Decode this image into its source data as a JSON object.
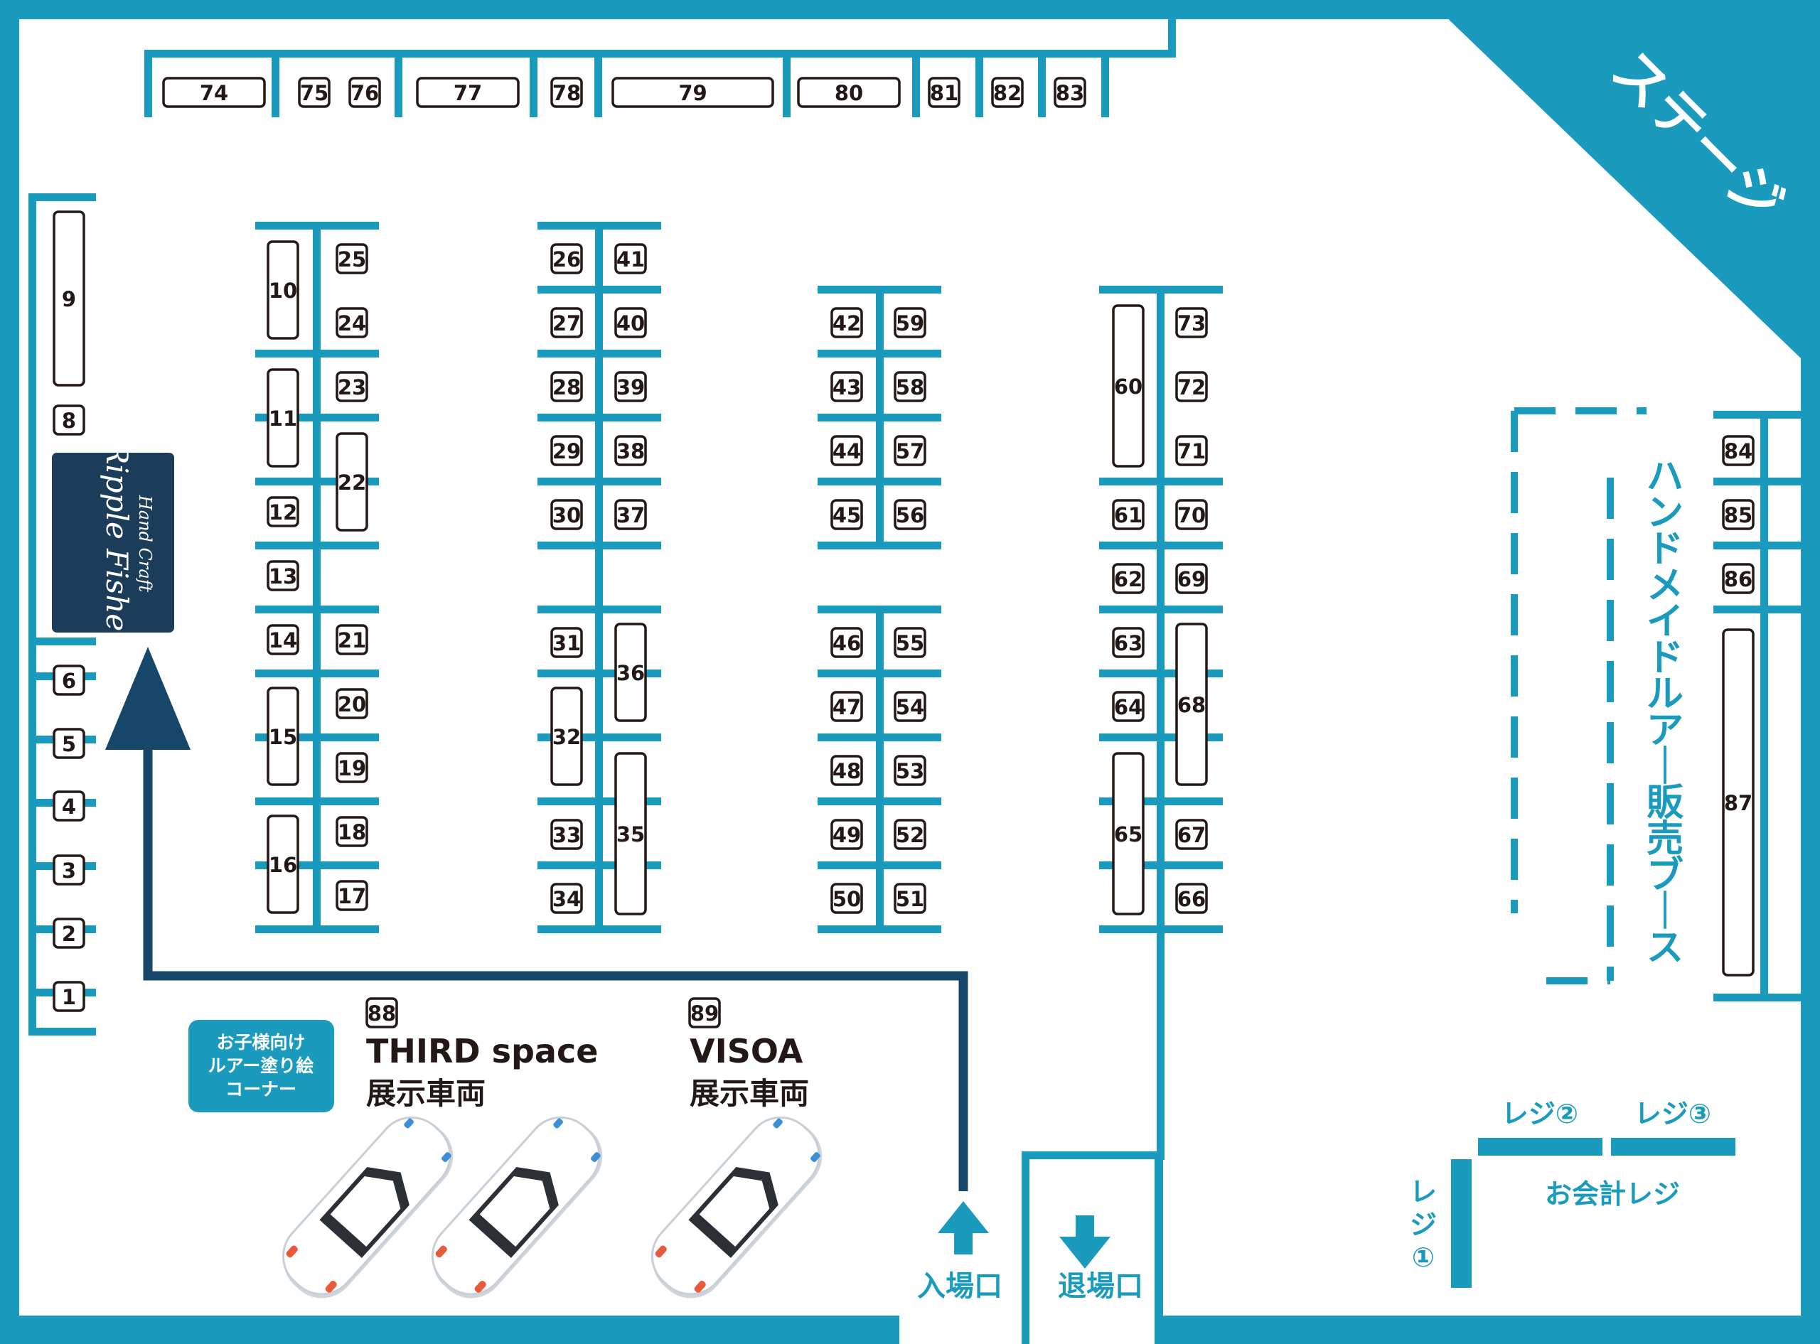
{
  "stage": "ステージ",
  "handmade_booth": "ハンドメイドルアー販売ブース",
  "kids_corner": [
    "お子様向け",
    "ルアー塗り絵",
    "コーナー"
  ],
  "exhibits": [
    {
      "number": "88",
      "name": "THIRD space",
      "label": "展示車両"
    },
    {
      "number": "89",
      "name": "VISOA",
      "label": "展示車両"
    }
  ],
  "entrance": "入場口",
  "exit": "退場口",
  "registers": {
    "reg1": "レジ①",
    "reg2": "レジ②",
    "reg3": "レジ③",
    "checkout": "お会計レジ"
  },
  "sponsor_logo": {
    "line1": "Hand Craft",
    "line2": "Ripple Fisher"
  },
  "colors": {
    "wall": "#1a9bbe",
    "path": "#17466b",
    "sponsor_bg": "#1b3d5a",
    "booth_border": "#231815"
  },
  "booths": [
    "1",
    "2",
    "3",
    "4",
    "5",
    "6",
    "8",
    "9",
    "10",
    "11",
    "12",
    "13",
    "14",
    "15",
    "16",
    "17",
    "18",
    "19",
    "20",
    "21",
    "22",
    "23",
    "24",
    "25",
    "26",
    "27",
    "28",
    "29",
    "30",
    "31",
    "32",
    "33",
    "34",
    "35",
    "36",
    "37",
    "38",
    "39",
    "40",
    "41",
    "42",
    "43",
    "44",
    "45",
    "46",
    "47",
    "48",
    "49",
    "50",
    "51",
    "52",
    "53",
    "54",
    "55",
    "56",
    "57",
    "58",
    "59",
    "60",
    "61",
    "62",
    "63",
    "64",
    "65",
    "66",
    "67",
    "68",
    "69",
    "70",
    "71",
    "72",
    "73",
    "74",
    "75",
    "76",
    "77",
    "78",
    "79",
    "80",
    "81",
    "82",
    "83",
    "84",
    "85",
    "86",
    "87"
  ]
}
